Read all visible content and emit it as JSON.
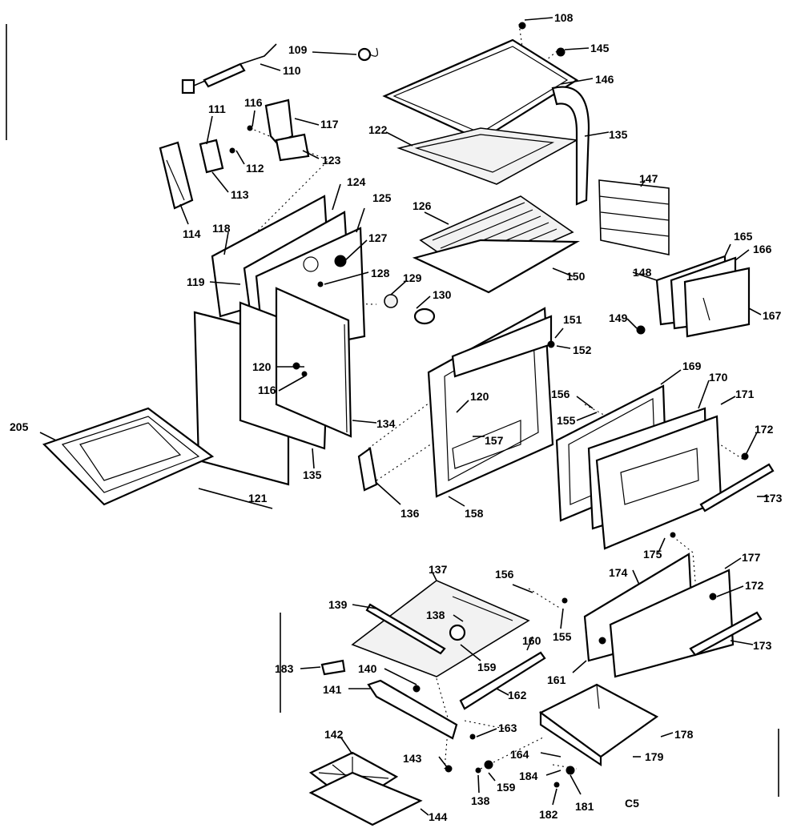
{
  "diagram_code": "C5",
  "part_numbers": [
    "108",
    "109",
    "110",
    "111",
    "112",
    "113",
    "114",
    "116",
    "117",
    "118",
    "119",
    "120",
    "121",
    "122",
    "123",
    "124",
    "125",
    "126",
    "127",
    "128",
    "129",
    "130",
    "134",
    "135",
    "136",
    "137",
    "138",
    "139",
    "140",
    "141",
    "142",
    "143",
    "144",
    "145",
    "146",
    "147",
    "148",
    "149",
    "150",
    "151",
    "152",
    "155",
    "156",
    "157",
    "158",
    "159",
    "160",
    "161",
    "162",
    "163",
    "164",
    "165",
    "166",
    "167",
    "169",
    "170",
    "171",
    "172",
    "173",
    "174",
    "175",
    "177",
    "178",
    "179",
    "181",
    "182",
    "183",
    "184",
    "205"
  ]
}
